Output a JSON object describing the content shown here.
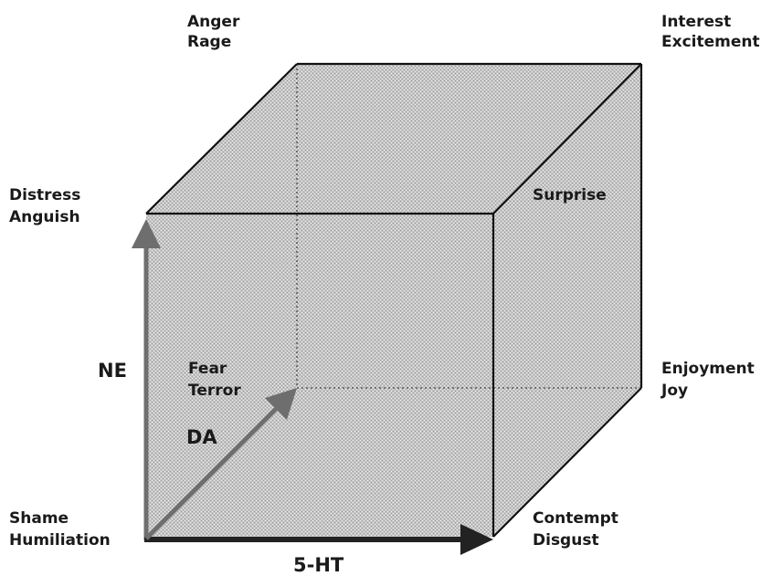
{
  "corners": {
    "back_top_left": [
      "Anger",
      "Rage"
    ],
    "back_top_right": [
      "Interest",
      "Excitement"
    ],
    "front_top_left": [
      "Distress",
      "Anguish"
    ],
    "front_top_right": [
      "Surprise"
    ],
    "back_bottom_left": [
      "Fear",
      "Terror"
    ],
    "back_bottom_right": [
      "Enjoyment",
      "Joy"
    ],
    "front_bottom_left": [
      "Shame",
      "Humiliation"
    ],
    "front_bottom_right": [
      "Contempt",
      "Disgust"
    ]
  },
  "axes": {
    "vertical": "NE",
    "depth": "DA",
    "horizontal": "5-HT"
  },
  "colors": {
    "face_fill": "#bdbdbd",
    "edge": "#111111",
    "arrow_gray": "#6e6e6e",
    "arrow_dark": "#222222"
  }
}
